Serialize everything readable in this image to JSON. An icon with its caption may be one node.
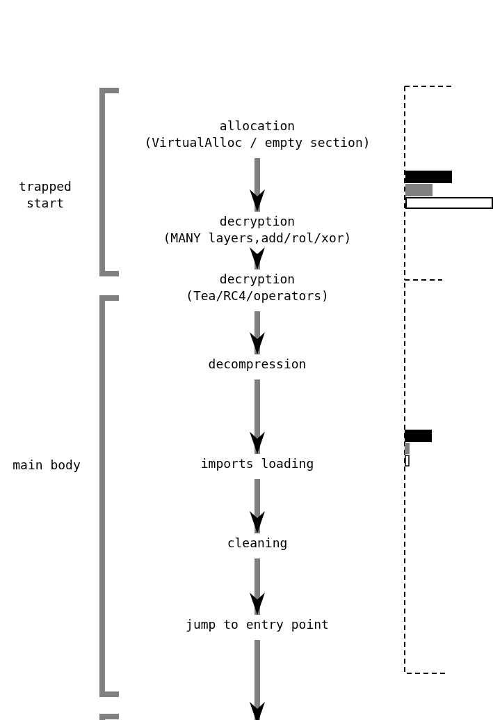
{
  "diagram": {
    "nodes": [
      {
        "text": [
          "allocation",
          "(VirtualAlloc / empty section)"
        ]
      },
      {
        "text": [
          "decryption",
          "(MANY layers,add/rol/xor)"
        ]
      },
      {
        "text": [
          "decryption",
          "(Tea/RC4/operators)"
        ]
      },
      {
        "text": [
          "decompression"
        ]
      },
      {
        "text": [
          "imports loading"
        ]
      },
      {
        "text": [
          "cleaning"
        ]
      },
      {
        "text": [
          "jump to entry point"
        ]
      }
    ],
    "edges": [
      {
        "from": 0,
        "to": 1,
        "arrow": "to"
      },
      {
        "from": 1,
        "to": 2,
        "arrow": "to"
      },
      {
        "from": 2,
        "to": 3,
        "arrow": "to"
      },
      {
        "from": 3,
        "to": 4,
        "arrow": "to"
      },
      {
        "from": 4,
        "to": 5,
        "arrow": "to"
      },
      {
        "from": 5,
        "to": 6,
        "arrow": "to"
      },
      {
        "from": 6,
        "to": null,
        "arrow": "to"
      }
    ],
    "labels": [
      "trapped start",
      "main body"
    ]
  }
}
